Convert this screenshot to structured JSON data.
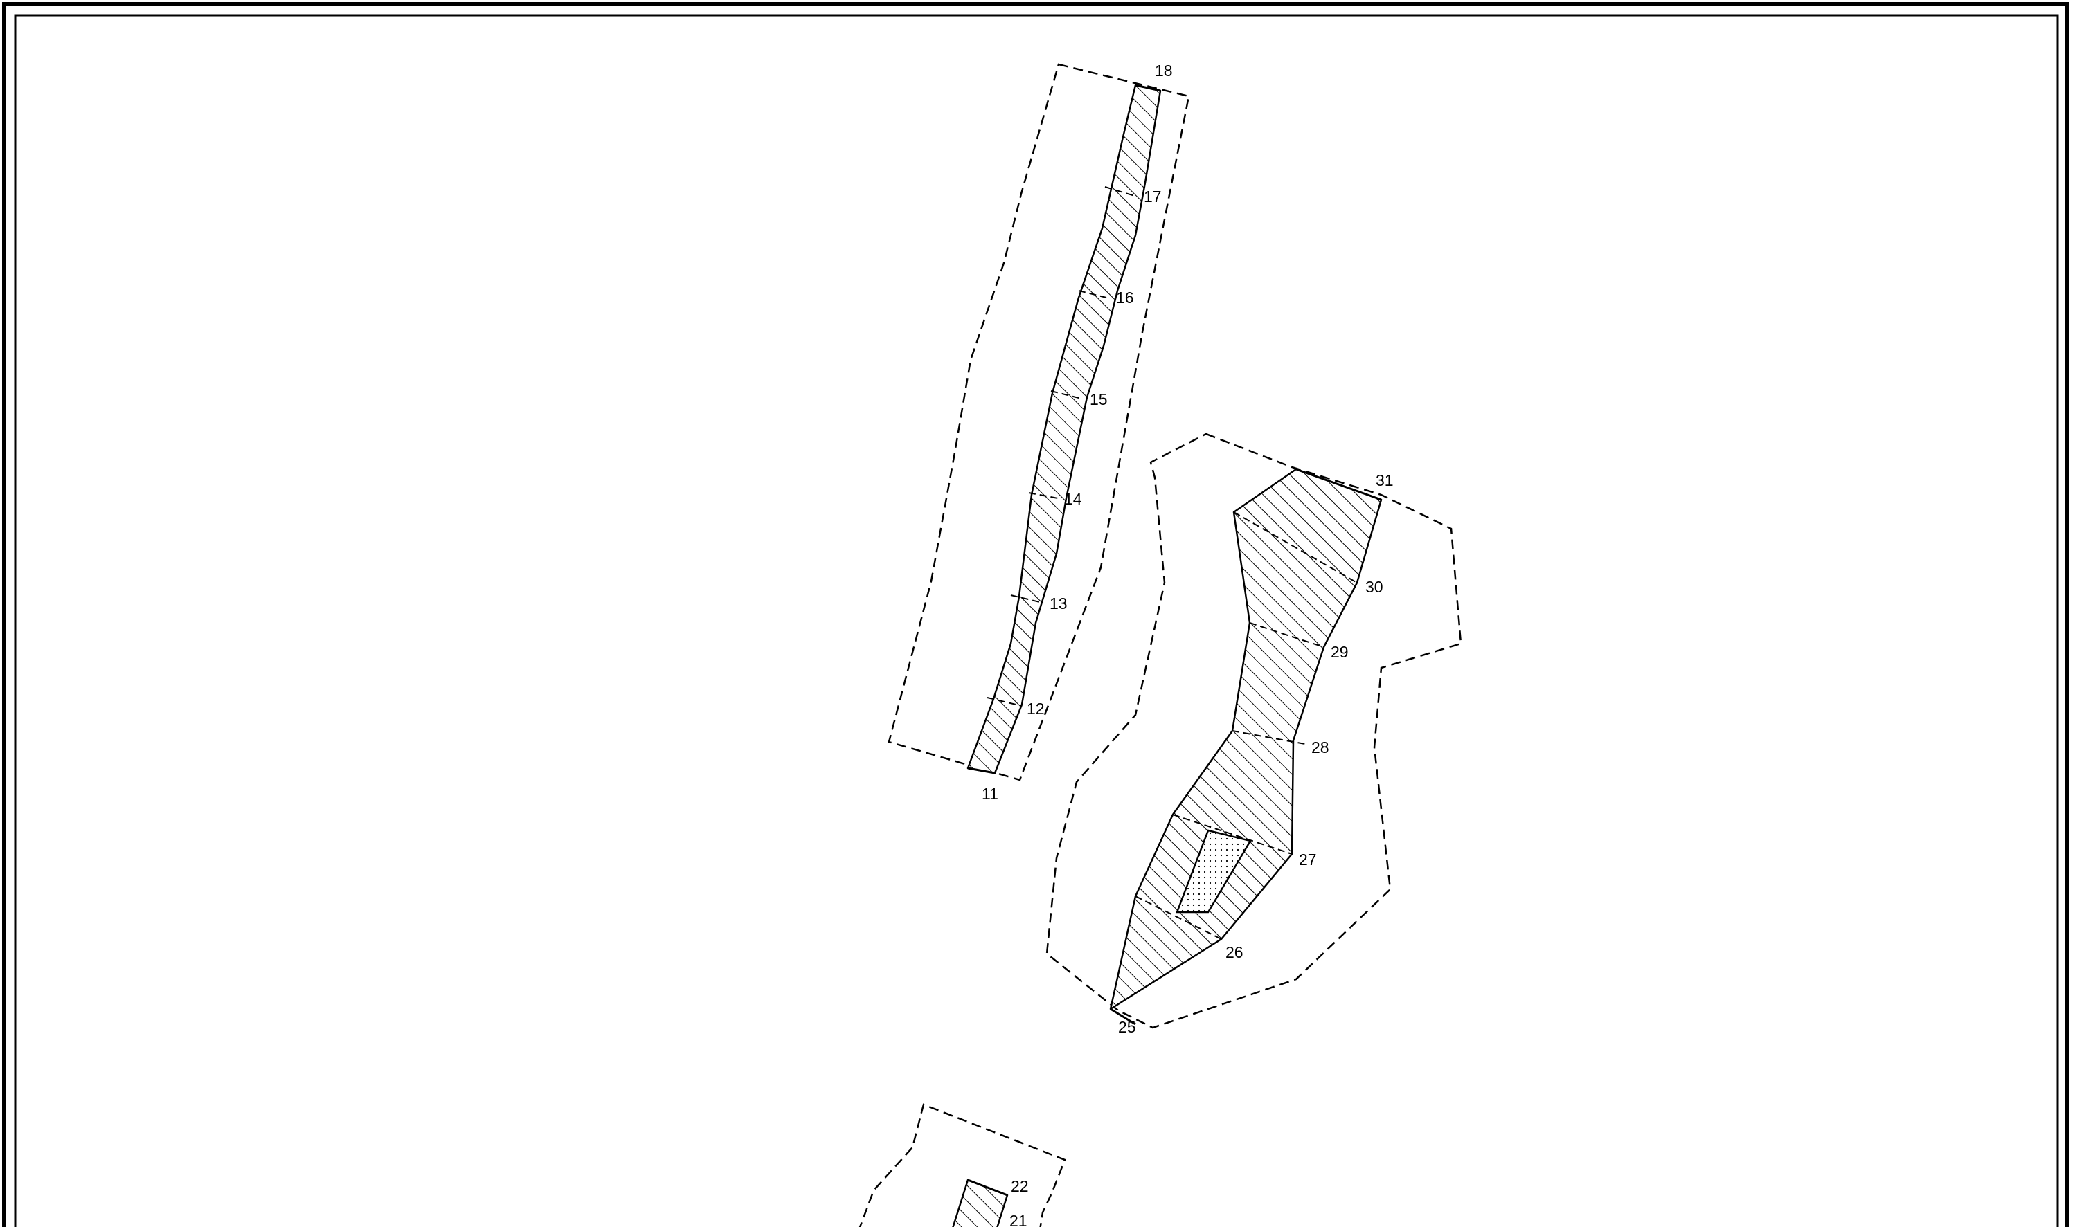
{
  "stations": {
    "s11": "11",
    "s12": "12",
    "s13": "13",
    "s14": "14",
    "s15": "15",
    "s16": "16",
    "s17": "17",
    "s18": "18",
    "s21": "21",
    "s22": "22",
    "s25": "25",
    "s26": "26",
    "s27": "27",
    "s28": "28",
    "s29": "29",
    "s30": "30",
    "s31": "31"
  }
}
